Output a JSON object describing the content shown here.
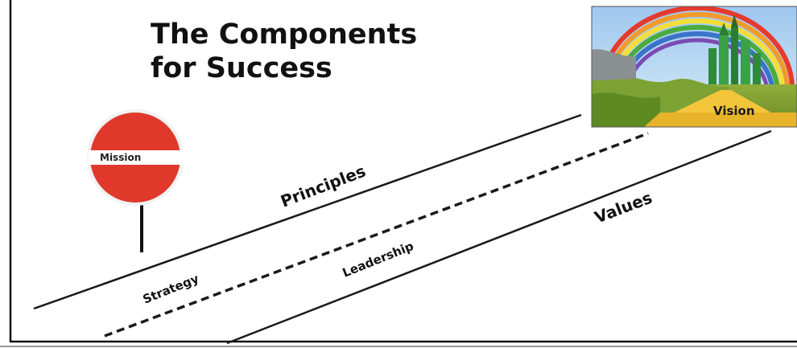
{
  "title": {
    "line1": "The Components",
    "line2": "for Success"
  },
  "sign": {
    "label": "Mission",
    "color": "#e0392c"
  },
  "vision": {
    "label": "Vision"
  },
  "roads": {
    "principles": "Principles",
    "strategy": "Strategy",
    "leadership": "Leadership",
    "values": "Values"
  }
}
